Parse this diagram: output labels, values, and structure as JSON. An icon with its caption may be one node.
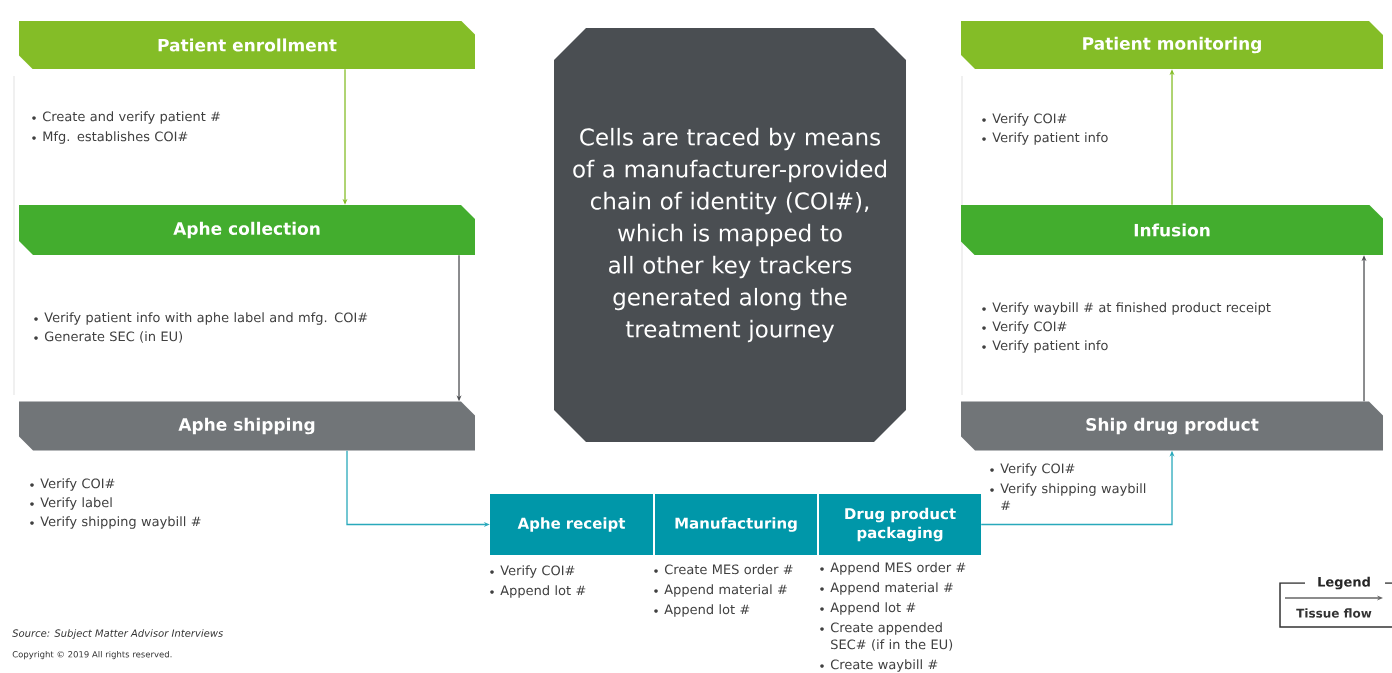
{
  "diagram": {
    "nodes": [
      {
        "text": [
          "Patient enrollment"
        ],
        "beside": [
          "Create and verify patient #",
          "Mfg. establishes COI#"
        ]
      },
      {
        "text": [
          "Aphe collection"
        ],
        "beside": [
          "Verify patient info with aphe label and mfg. COI#",
          "Generate SEC (in EU)"
        ]
      },
      {
        "text": [
          "Aphe shipping"
        ],
        "beside": [
          "Verify COI#",
          "Verify label",
          "Verify shipping waybill #"
        ]
      },
      {
        "text": [
          "Cells are traced by means of a manufacturer-provided chain of identity (COI#), which is mapped to all other key trackers generated along the treatment journey"
        ]
      },
      {
        "text": [
          "Aphe receipt"
        ],
        "beside": [
          "Verify COI#",
          "Append lot #"
        ]
      },
      {
        "text": [
          "Manufacturing"
        ],
        "beside": [
          "Create MES order #",
          "Append material #",
          "Append lot #"
        ]
      },
      {
        "text": [
          "Drug product packaging"
        ],
        "beside": [
          "Append MES order #",
          "Append material #",
          "Append lot #",
          "Create appended SEC# (if in the EU)",
          "Create waybill #"
        ]
      },
      {
        "text": [
          "Ship drug product"
        ],
        "beside": [
          "Verify COI#",
          "Verify shipping waybill #"
        ]
      },
      {
        "text": [
          "Infusion"
        ],
        "beside": [
          "Verify waybill # at finished product receipt",
          "Verify COI#",
          "Verify patient info"
        ]
      },
      {
        "text": [
          "Patient monitoring"
        ],
        "beside": [
          "Verify COI#",
          "Verify patient info"
        ]
      }
    ],
    "edges": [
      {
        "from": 0,
        "to": 1,
        "arrow": "to",
        "color": "#84bd27"
      },
      {
        "from": 1,
        "to": 2,
        "arrow": "to",
        "color": "#4d4f52"
      },
      {
        "from": 2,
        "to": 4,
        "arrow": "to",
        "color": "#29a9bb"
      },
      {
        "from": 6,
        "to": 7,
        "arrow": "to",
        "color": "#29a9bb"
      },
      {
        "from": 7,
        "to": 8,
        "arrow": "to",
        "color": "#4d4f52"
      },
      {
        "from": 8,
        "to": 9,
        "arrow": "to",
        "color": "#84bd27"
      }
    ],
    "labels": [
      "Legend",
      "Source: Subject Matter Advisor Interviews",
      "Copyright © 2019 All rights reserved."
    ],
    "legend": [
      {
        "text": "Tissue flow"
      }
    ]
  }
}
